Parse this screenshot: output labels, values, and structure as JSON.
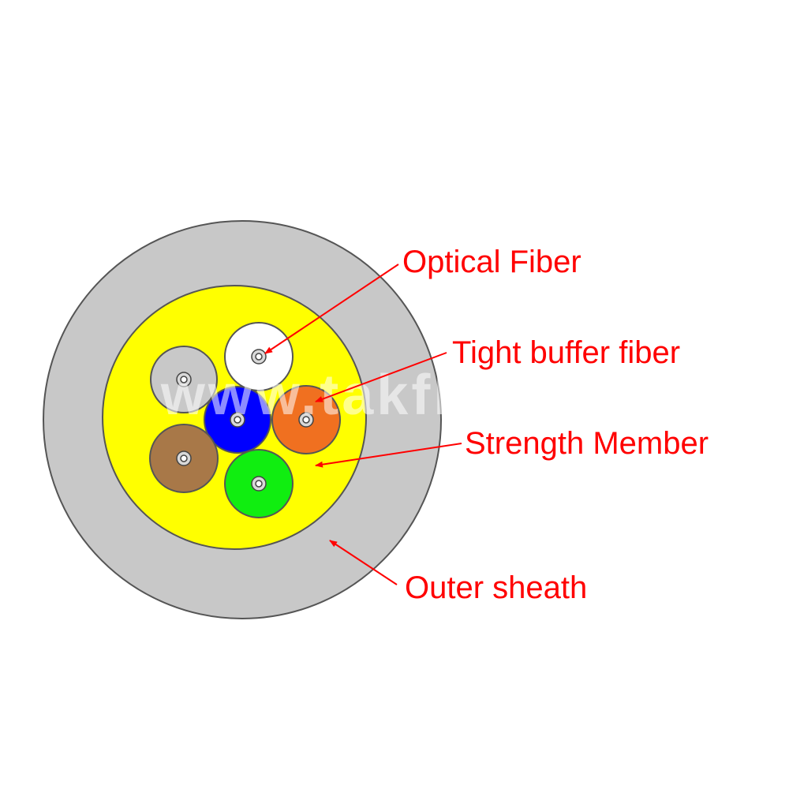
{
  "labels": {
    "optical_fiber": "Optical Fiber",
    "tight_buffer_fiber": "Tight buffer fiber",
    "strength_member": "Strength Member",
    "outer_sheath": "Outer sheath"
  },
  "watermark": "www.takfly.com",
  "colors": {
    "outer_sheath": "#c8c8c8",
    "strength_member": "#ffff00",
    "label_text": "#ff0000",
    "leader_line": "#ff0000",
    "outline": "#555555",
    "fiber_core": "#d9d9d9"
  },
  "tight_buffer_fibers": [
    {
      "color_name": "white",
      "color": "#ffffff"
    },
    {
      "color_name": "grey",
      "color": "#c8c8c8"
    },
    {
      "color_name": "blue",
      "color": "#0000ff"
    },
    {
      "color_name": "orange",
      "color": "#f07020"
    },
    {
      "color_name": "brown",
      "color": "#a87848"
    },
    {
      "color_name": "green",
      "color": "#10ee10"
    }
  ]
}
